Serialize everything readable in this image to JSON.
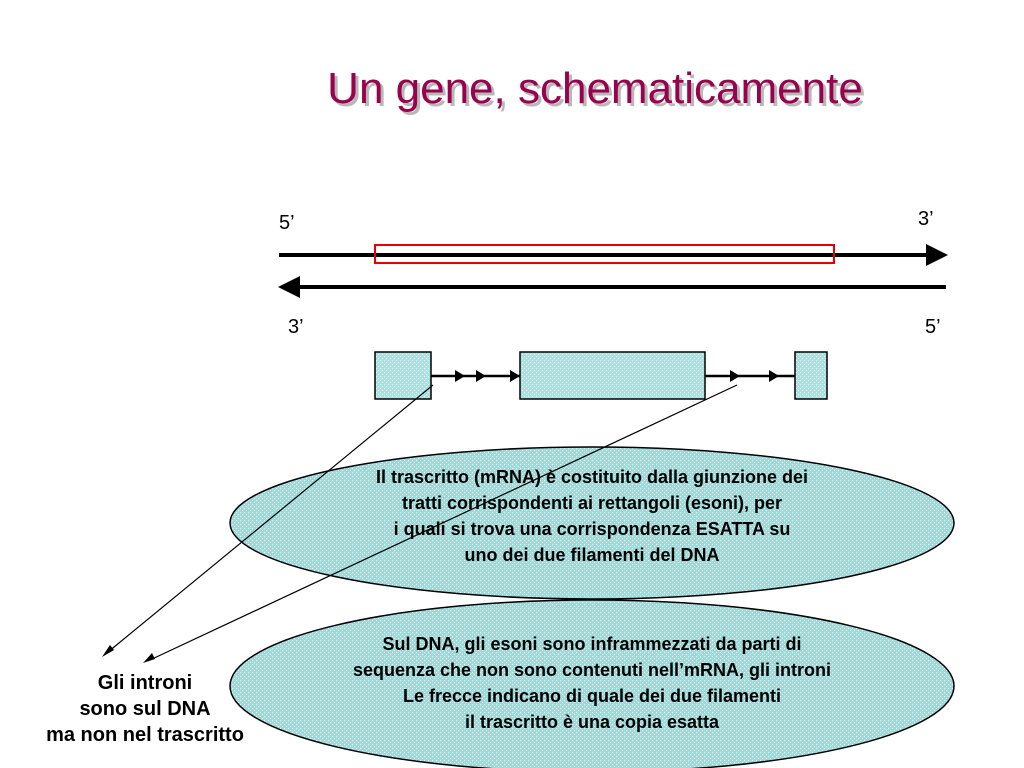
{
  "slide": {
    "title": "Un gene, schematicamente",
    "strand_top": {
      "left_end": "5’",
      "right_end": "3’"
    },
    "strand_bottom": {
      "left_end": "3’",
      "right_end": "5’"
    },
    "ellipse1_lines": [
      "Il trascritto (mRNA) è costituito dalla giunzione dei",
      "tratti corrispondenti ai rettangoli (esoni), per",
      "i quali si trova una corrispondenza ESATTA su",
      "uno dei due filamenti del DNA"
    ],
    "ellipse2_lines": [
      "Sul DNA, gli esoni sono inframmezzati da parti di",
      "sequenza che non sono contenuti nell’mRNA, gli introni",
      "Le frecce indicano di quale dei due filamenti",
      "il trascritto è una copia esatta"
    ],
    "note_lines": [
      "Gli introni",
      "sono sul DNA",
      "ma non nel trascritto"
    ]
  },
  "colors": {
    "title": "#99004d",
    "highlight_box": "#e60000",
    "exon_fill": "#a6e0e0",
    "ellipse_fill": "#9fdcdc"
  }
}
